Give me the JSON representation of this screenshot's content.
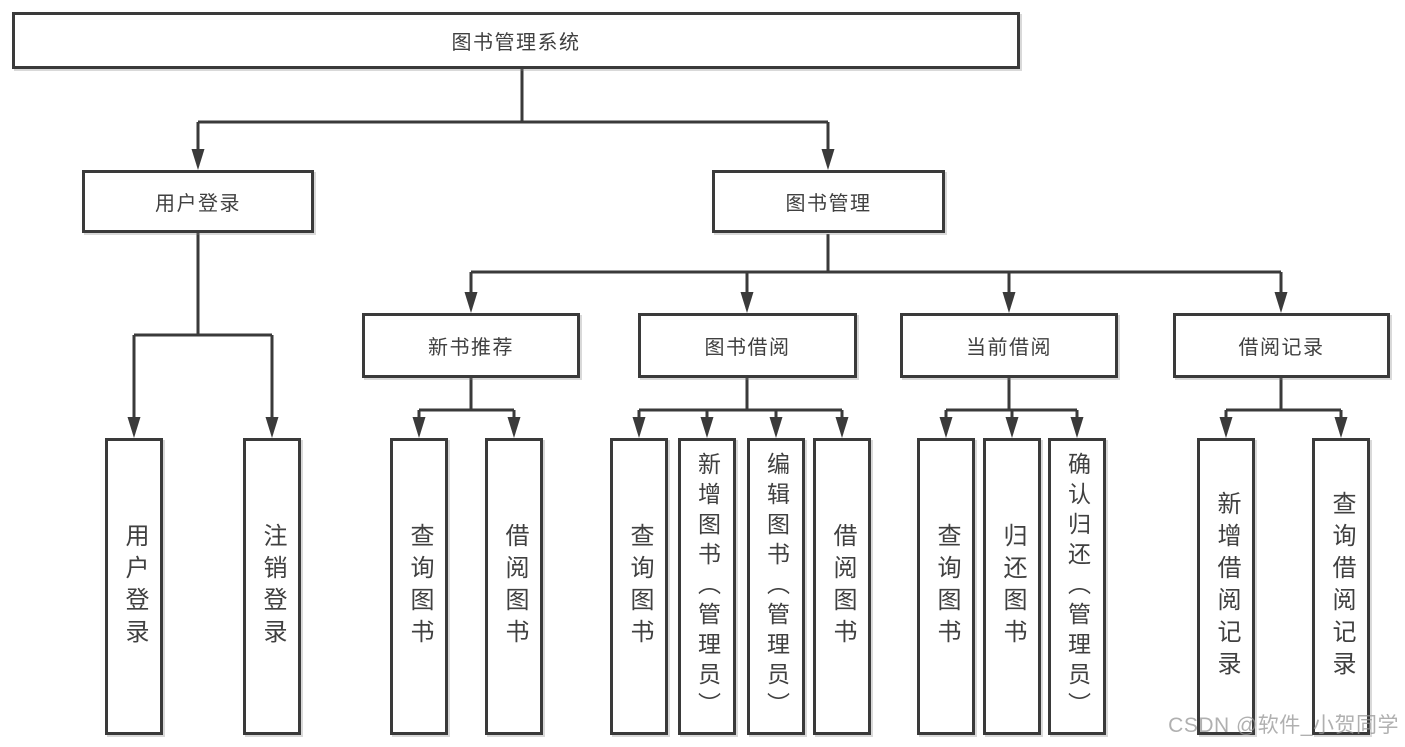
{
  "diagram": {
    "root": {
      "label": "图书管理系统"
    },
    "level2": [
      {
        "label": "用户登录"
      },
      {
        "label": "图书管理"
      }
    ],
    "level3": [
      {
        "label": "新书推荐"
      },
      {
        "label": "图书借阅"
      },
      {
        "label": "当前借阅"
      },
      {
        "label": "借阅记录"
      }
    ],
    "leaves": [
      {
        "label": "用户登录"
      },
      {
        "label": "注销登录"
      },
      {
        "label": "查询图书"
      },
      {
        "label": "借阅图书"
      },
      {
        "label": "查询图书"
      },
      {
        "label": "新增图书（管理员）"
      },
      {
        "label": "编辑图书（管理员）"
      },
      {
        "label": "借阅图书"
      },
      {
        "label": "查询图书"
      },
      {
        "label": "归还图书"
      },
      {
        "label": "确认归还（管理员）"
      },
      {
        "label": "新增借阅记录"
      },
      {
        "label": "查询借阅记录"
      }
    ],
    "watermark": "CSDN @软件_小贺同学",
    "colors": {
      "line": "#3a3a3a",
      "text": "#404040",
      "background": "#ffffff",
      "watermark": "#969696"
    }
  }
}
